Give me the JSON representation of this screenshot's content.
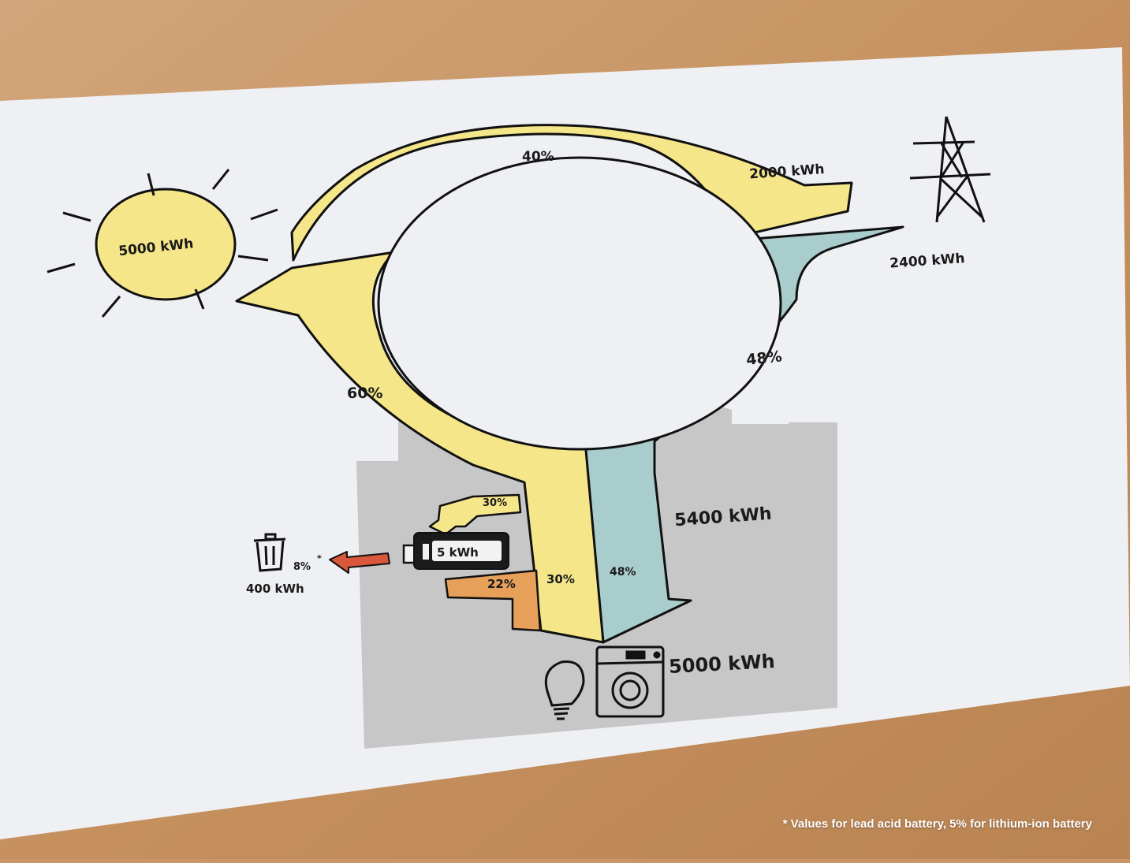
{
  "labels": {
    "sun_energy": "5000 kWh",
    "to_grid_pct": "40%",
    "to_grid_energy": "2000 kWh",
    "from_grid_energy": "2400 kWh",
    "self_use_pct": "60%",
    "from_grid_pct": "48%",
    "grid_supply": "5400 kWh",
    "to_battery_pct": "30%",
    "battery_capacity": "5 kWh",
    "loss_pct": "8%",
    "loss_mark": "*",
    "loss_energy": "400 kWh",
    "from_battery_pct": "22%",
    "direct_pct": "30%",
    "grid_use_pct": "48%",
    "consumption": "5000 kWh"
  },
  "footnote": "* Values for lead acid battery, 5% for lithium-ion battery",
  "icons": [
    "sun-icon",
    "power-pylon-icon",
    "house-icon",
    "battery-icon",
    "trash-can-icon",
    "light-bulb-icon",
    "washing-machine-icon"
  ],
  "colors": {
    "solar_flow": "#f6e68a",
    "grid_flow": "#a9cccc",
    "battery_flow": "#e7a05a",
    "loss_flow": "#d9573a",
    "house": "#c8c8c8",
    "paper": "#eef0f3",
    "table": "#c99668"
  }
}
